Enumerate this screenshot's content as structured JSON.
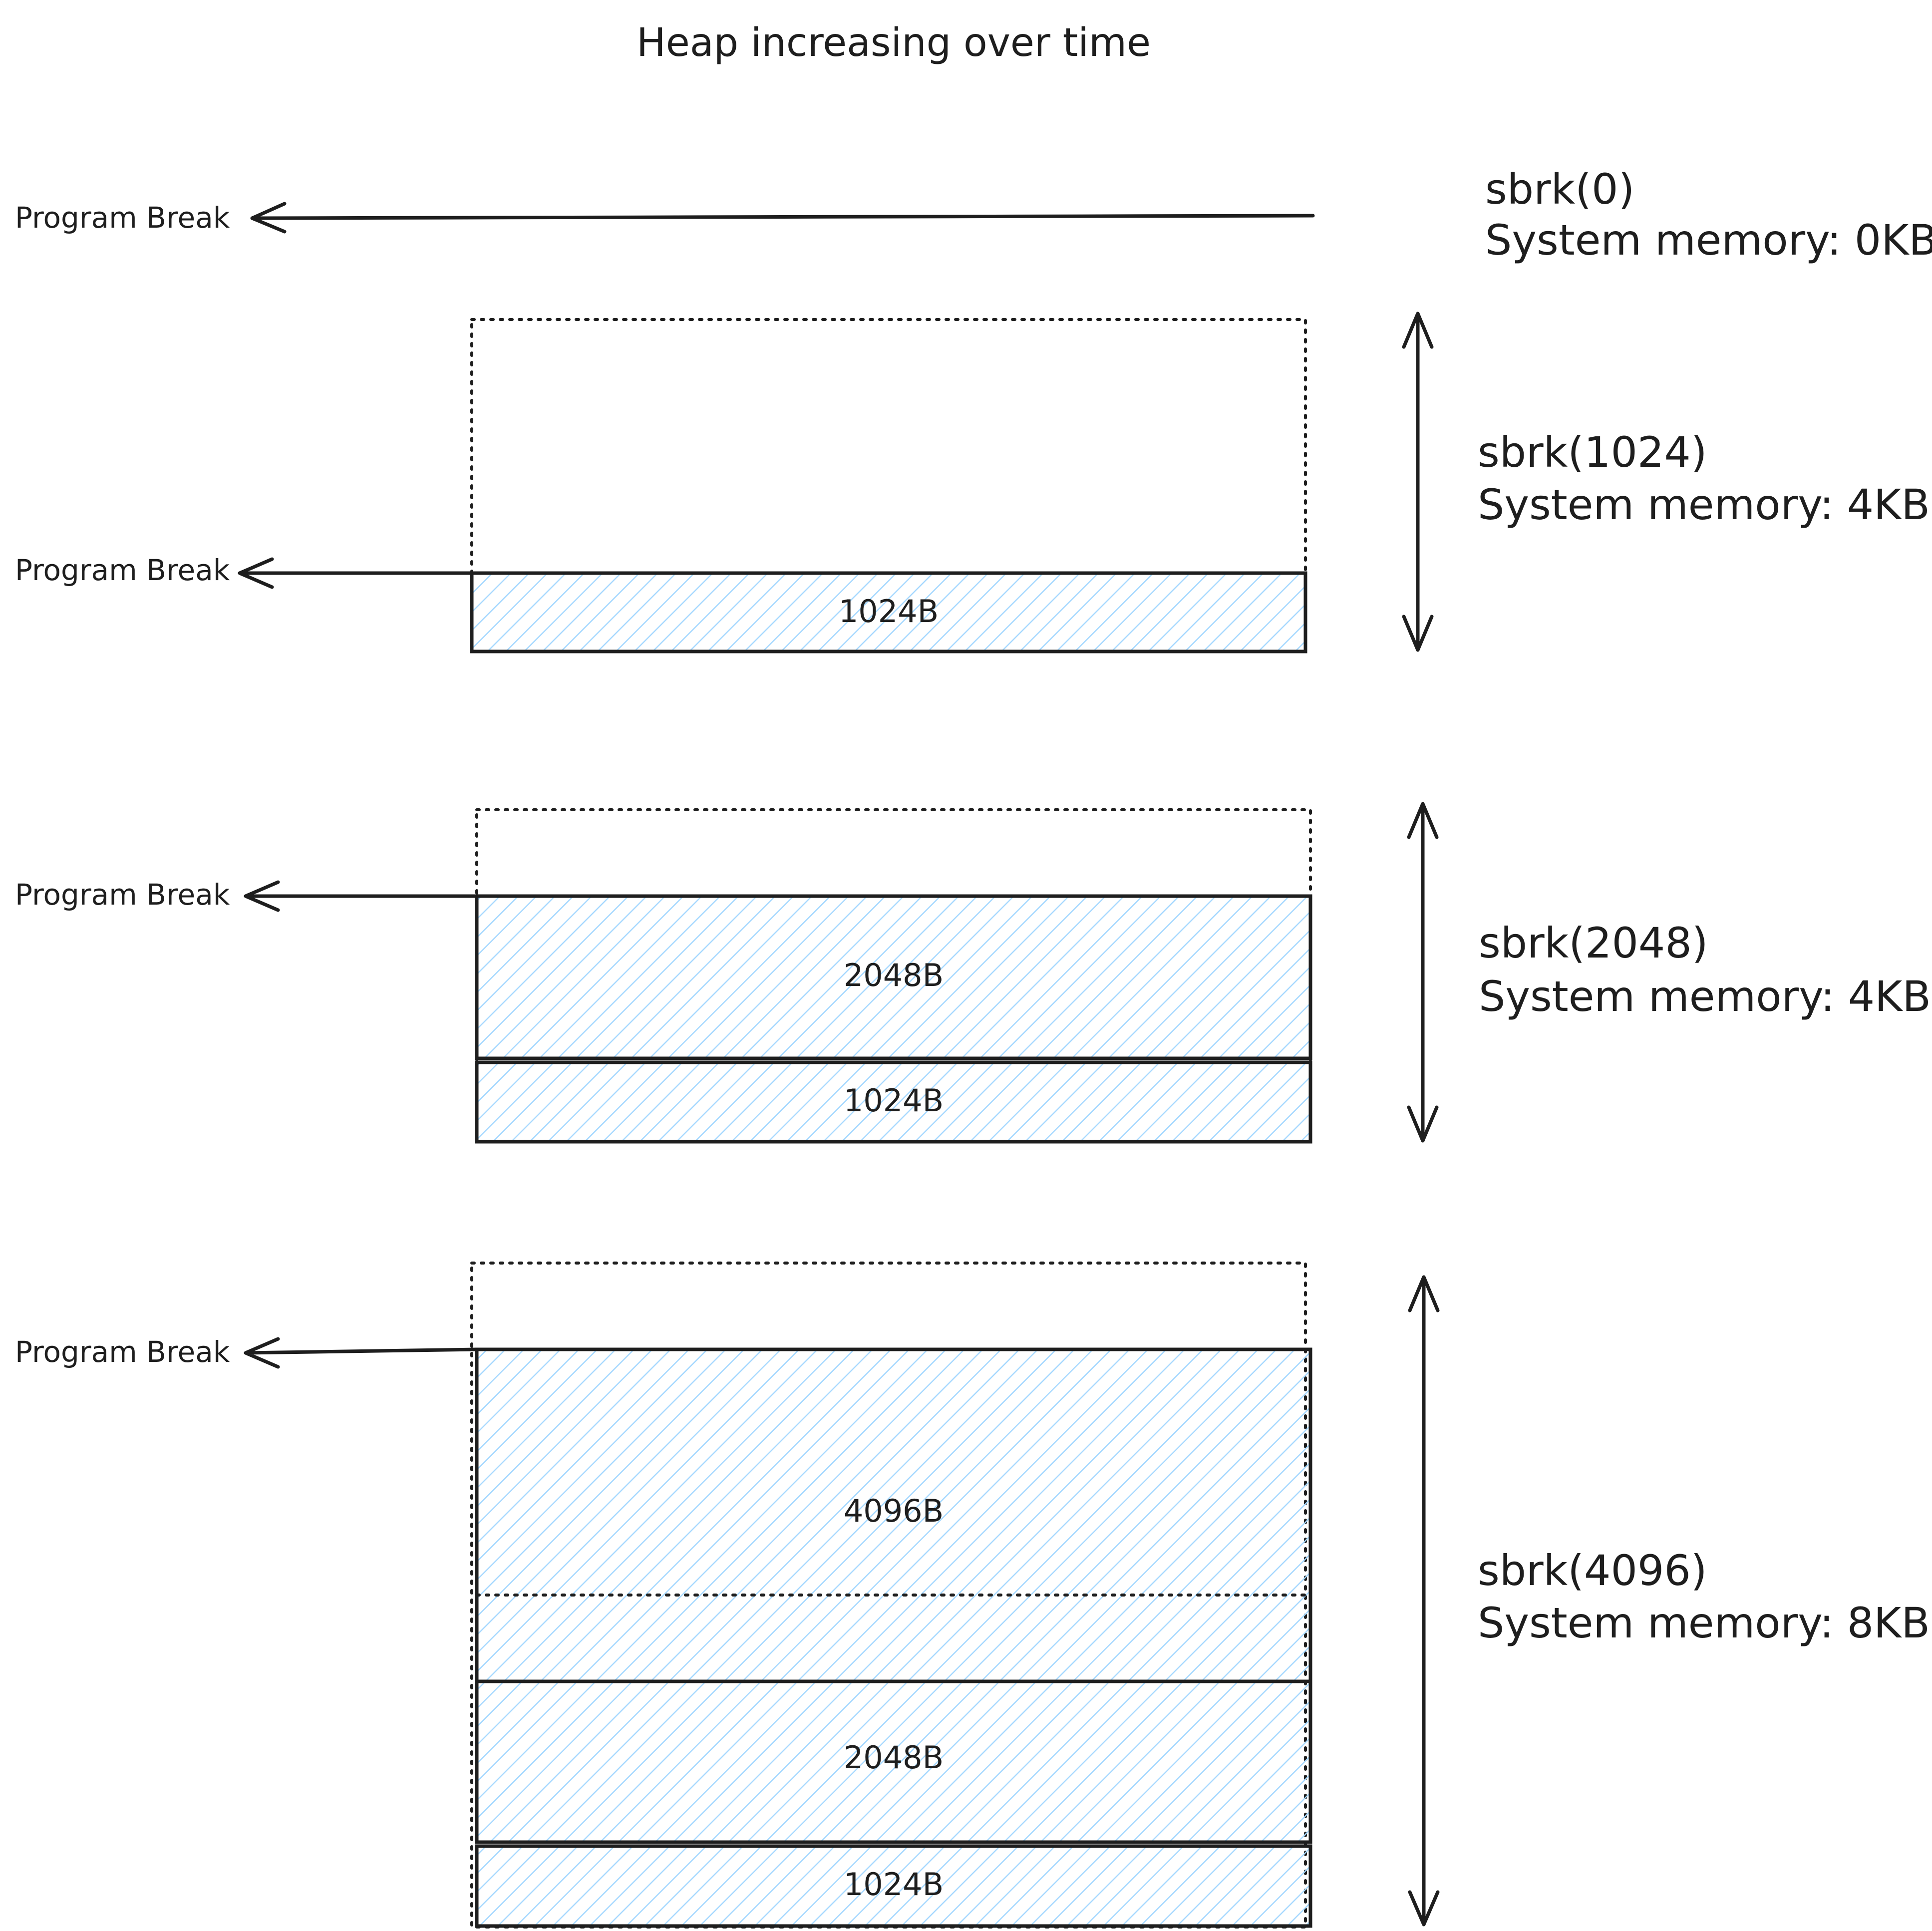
{
  "title": "Heap increasing over time",
  "program_break_label": "Program Break",
  "colors": {
    "ink": "#1e1e1e",
    "hatch": "#a5d8ff"
  },
  "steps": [
    {
      "call": "sbrk(0)",
      "memory": "System memory: 0KB",
      "blocks": []
    },
    {
      "call": "sbrk(1024)",
      "memory": "System memory: 4KB",
      "blocks": [
        "1024B"
      ]
    },
    {
      "call": "sbrk(2048)",
      "memory": "System memory: 4KB",
      "blocks": [
        "2048B",
        "1024B"
      ]
    },
    {
      "call": "sbrk(4096)",
      "memory": "System memory: 8KB",
      "blocks": [
        "4096B",
        "2048B",
        "1024B"
      ]
    }
  ]
}
